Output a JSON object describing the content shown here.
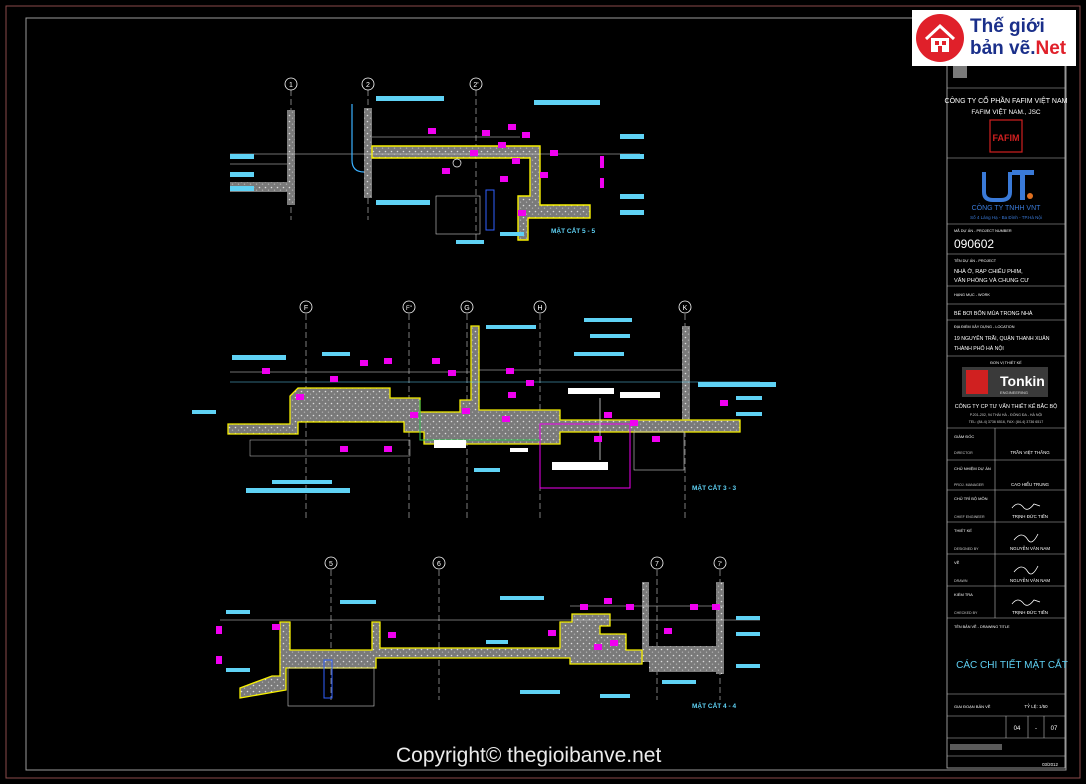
{
  "logo": {
    "line1": "Thế giới",
    "line2_a": "bản vẽ.",
    "line2_b": "Net"
  },
  "sections": [
    {
      "label": "MẶT CẮT 5 - 5",
      "grid": [
        "1",
        "2",
        "2'"
      ]
    },
    {
      "label": "MẶT CẮT 3 - 3",
      "grid": [
        "F",
        "F''",
        "G",
        "H",
        "K"
      ]
    },
    {
      "label": "MẶT CẮT 4 - 4",
      "grid": [
        "5",
        "6",
        "7",
        "7'"
      ]
    }
  ],
  "title_block": {
    "owner": "CÔNG TY CỔ PHẦN FAFIM VIỆT NAM",
    "owner_sub": "FAFIM VIỆT NAM., JSC",
    "owner_logo": "FAFIM",
    "partner_name": "CÔNG TY TNHH VNT",
    "partner_addr": "Số 4 Láng Hạ - Ba Đình - TP.Hà Nội",
    "project_code_label": "MÃ DỰ ÁN - PROJECT NUMBER",
    "project_code": "090602",
    "project_label": "TÊN DỰ ÁN - PROJECT",
    "project_name_1": "NHÀ Ở, RẠP CHIẾU PHIM,",
    "project_name_2": "VĂN PHÒNG VÀ CHUNG CƯ",
    "work_label": "HẠNG MỤC - WORK",
    "work_name": "BỂ BƠI BỐN MÙA TRONG NHÀ",
    "location_label": "ĐỊA ĐIỂM XÂY DỰNG - LOCATION",
    "location_1": "19 NGUYỄN TRÃI, QUẬN THANH XUÂN",
    "location_2": "THÀNH PHỐ HÀ NỘI",
    "designer_label": "ĐƠN VỊ THIẾT KẾ",
    "designer_logo": "Tonkin",
    "designer_logo_sub": "ENGINEERING",
    "designer_name": "CÔNG TY CP TƯ VẤN THIẾT KẾ BẮC BỘ",
    "designer_addr": "P.201-202, 94 THÁI HÀ - ĐỐNG ĐA - HÀ NỘI",
    "designer_tel": "TEL: (84-4) 3736 6516, FAX: (84-4) 3736 6517",
    "roles": [
      {
        "role": "GIÁM ĐỐC",
        "role_en": "DIRECTOR",
        "name": "TRẦN VIỆT THẮNG"
      },
      {
        "role": "CHỦ NHIỆM DỰ ÁN",
        "role_en": "PROJ. MANAGER",
        "name": "CAO HIỂU TRUNG"
      },
      {
        "role": "CHỦ TRÌ BỘ MÔN",
        "role_en": "CHIEF ENGINEER",
        "name": "TRỊNH ĐỨC TIẾN"
      },
      {
        "role": "THIẾT KẾ",
        "role_en": "DESIGNED BY",
        "name": "NGUYỄN VĂN NAM"
      },
      {
        "role": "VẼ",
        "role_en": "DRAWN",
        "name": "NGUYỄN VĂN NAM"
      },
      {
        "role": "KIỂM TRA",
        "role_en": "CHECKED BY",
        "name": "TRỊNH ĐỨC TIẾN"
      }
    ],
    "drawing_title_label": "TÊN BẢN VẼ - DRAWING TITLE",
    "drawing_title": "CÁC CHI TIẾT MẶT CẮT",
    "stage_label": "GIAI ĐOẠN BẢN VẼ",
    "scale": "TỶ LỆ: 1/50",
    "sheet_no": "04",
    "rev_sep": "-",
    "total": "07",
    "date": "03/2012"
  },
  "watermark": "Copyright© thegioibanve.net",
  "colors": {
    "background": "#000000",
    "concrete": "#c8c8c8",
    "waterproof": "#f7f000",
    "annotation": "#5fd2f5",
    "tag": "#f000f0",
    "pipe": "#3060ff",
    "gridline": "#ffffff"
  }
}
